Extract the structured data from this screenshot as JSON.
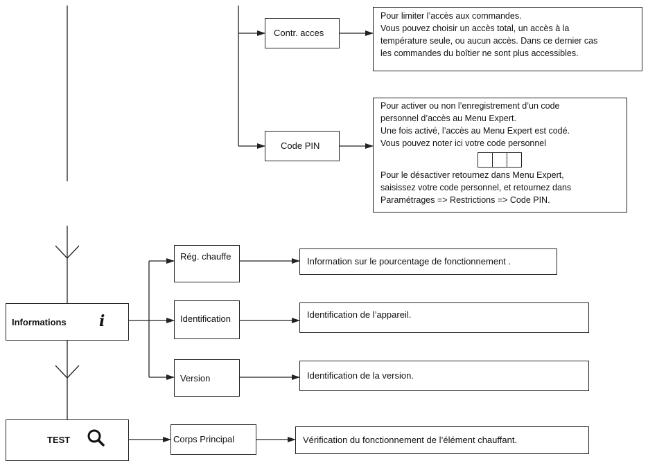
{
  "controls": {
    "contr_acces": "Contr. acces",
    "contr_acces_desc": [
      "Pour limiter l’accès aux commandes.",
      "Vous pouvez choisir un accès total, un accès à la",
      "température seule, ou aucun accès. Dans ce dernier cas",
      "les commandes du boîtier ne sont plus accessibles."
    ],
    "code_pin": "Code PIN",
    "code_pin_desc_top": [
      "Pour activer ou non l’enregistrement d’un code",
      "personnel d’accès au Menu Expert.",
      "Une fois activé, l’accès au Menu Expert est codé.",
      "Vous pouvez noter ici votre code personnel"
    ],
    "code_pin_desc_bottom": [
      "Pour le désactiver retournez dans Menu Expert,",
      "saisissez votre code personnel, et retournez dans",
      "Paramétrages => Restrictions => Code PIN."
    ]
  },
  "informations": {
    "label": "Informations",
    "icon_glyph": "i",
    "items": [
      {
        "label": "Rég. chauffe",
        "desc": "Information sur le pourcentage de fonctionnement ."
      },
      {
        "label": "Identification",
        "desc": "Identification de l’appareil."
      },
      {
        "label": "Version",
        "desc": "Identification de la version."
      }
    ]
  },
  "test": {
    "label": "TEST",
    "icon": "magnifier-icon",
    "items": [
      {
        "label": "Corps Principal",
        "desc": "Vérification du fonctionnement de l’élément chauffant."
      }
    ]
  }
}
